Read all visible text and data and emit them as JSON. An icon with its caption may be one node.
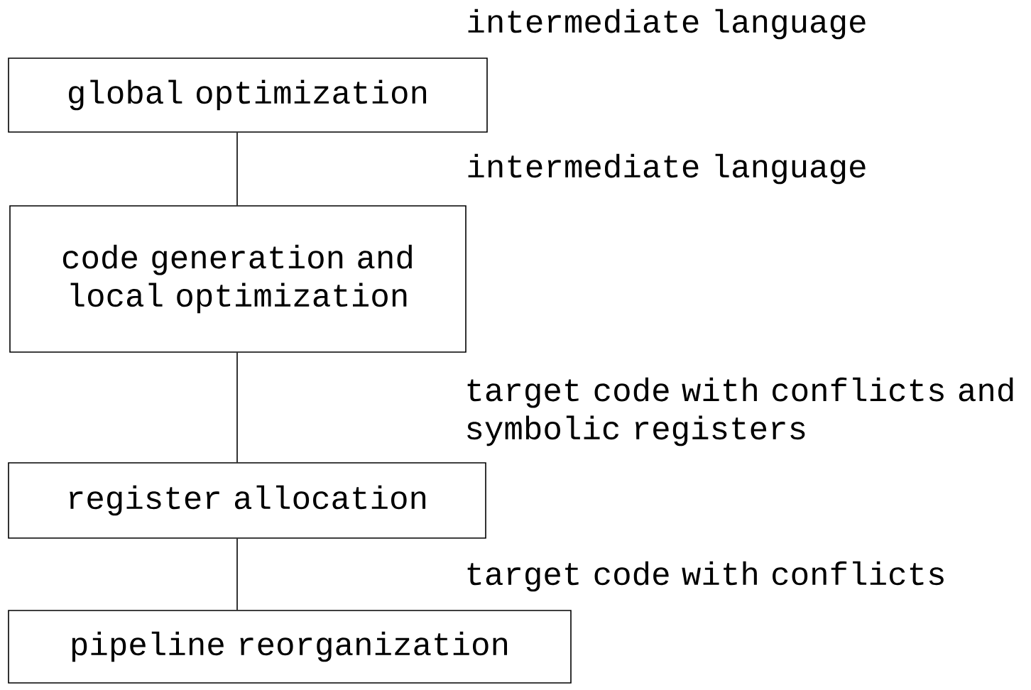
{
  "diagram": {
    "nodes": [
      {
        "text": [
          "global optimization"
        ]
      },
      {
        "text": [
          "code generation and local optimization"
        ]
      },
      {
        "text": [
          "register allocation"
        ]
      },
      {
        "text": [
          "pipeline reorganization"
        ]
      }
    ],
    "edges": [
      {
        "from": 0,
        "to": 1,
        "arrow": "none"
      },
      {
        "from": 1,
        "to": 2,
        "arrow": "none"
      },
      {
        "from": 2,
        "to": 3,
        "arrow": "none"
      }
    ],
    "labels": [
      "intermediate language",
      "intermediate language",
      "target code with conflicts and symbolic registers",
      "target code with conflicts"
    ]
  }
}
